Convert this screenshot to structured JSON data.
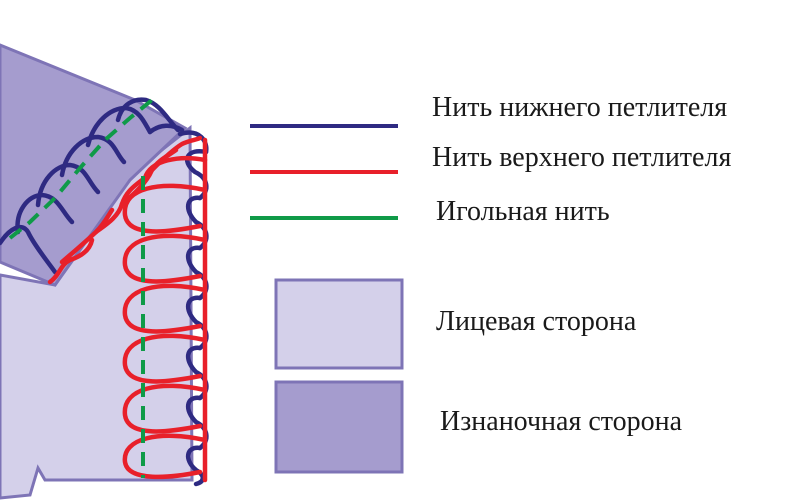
{
  "colors": {
    "looper_lower": "#2e2a82",
    "looper_upper": "#e8202a",
    "needle": "#0f9a48",
    "face_fill": "#d4d0ea",
    "back_fill": "#a59cce",
    "outline": "#7e74b6"
  },
  "legend": {
    "lines": [
      {
        "label": "Нить нижнего петлителя",
        "color_key": "looper_lower"
      },
      {
        "label": "Нить верхнего петлителя",
        "color_key": "looper_upper"
      },
      {
        "label": "Игольная нить",
        "color_key": "needle"
      }
    ],
    "swatches": [
      {
        "label": "Лицевая сторона",
        "color_key": "face_fill"
      },
      {
        "label": "Изнаночная сторона",
        "color_key": "back_fill"
      }
    ]
  }
}
